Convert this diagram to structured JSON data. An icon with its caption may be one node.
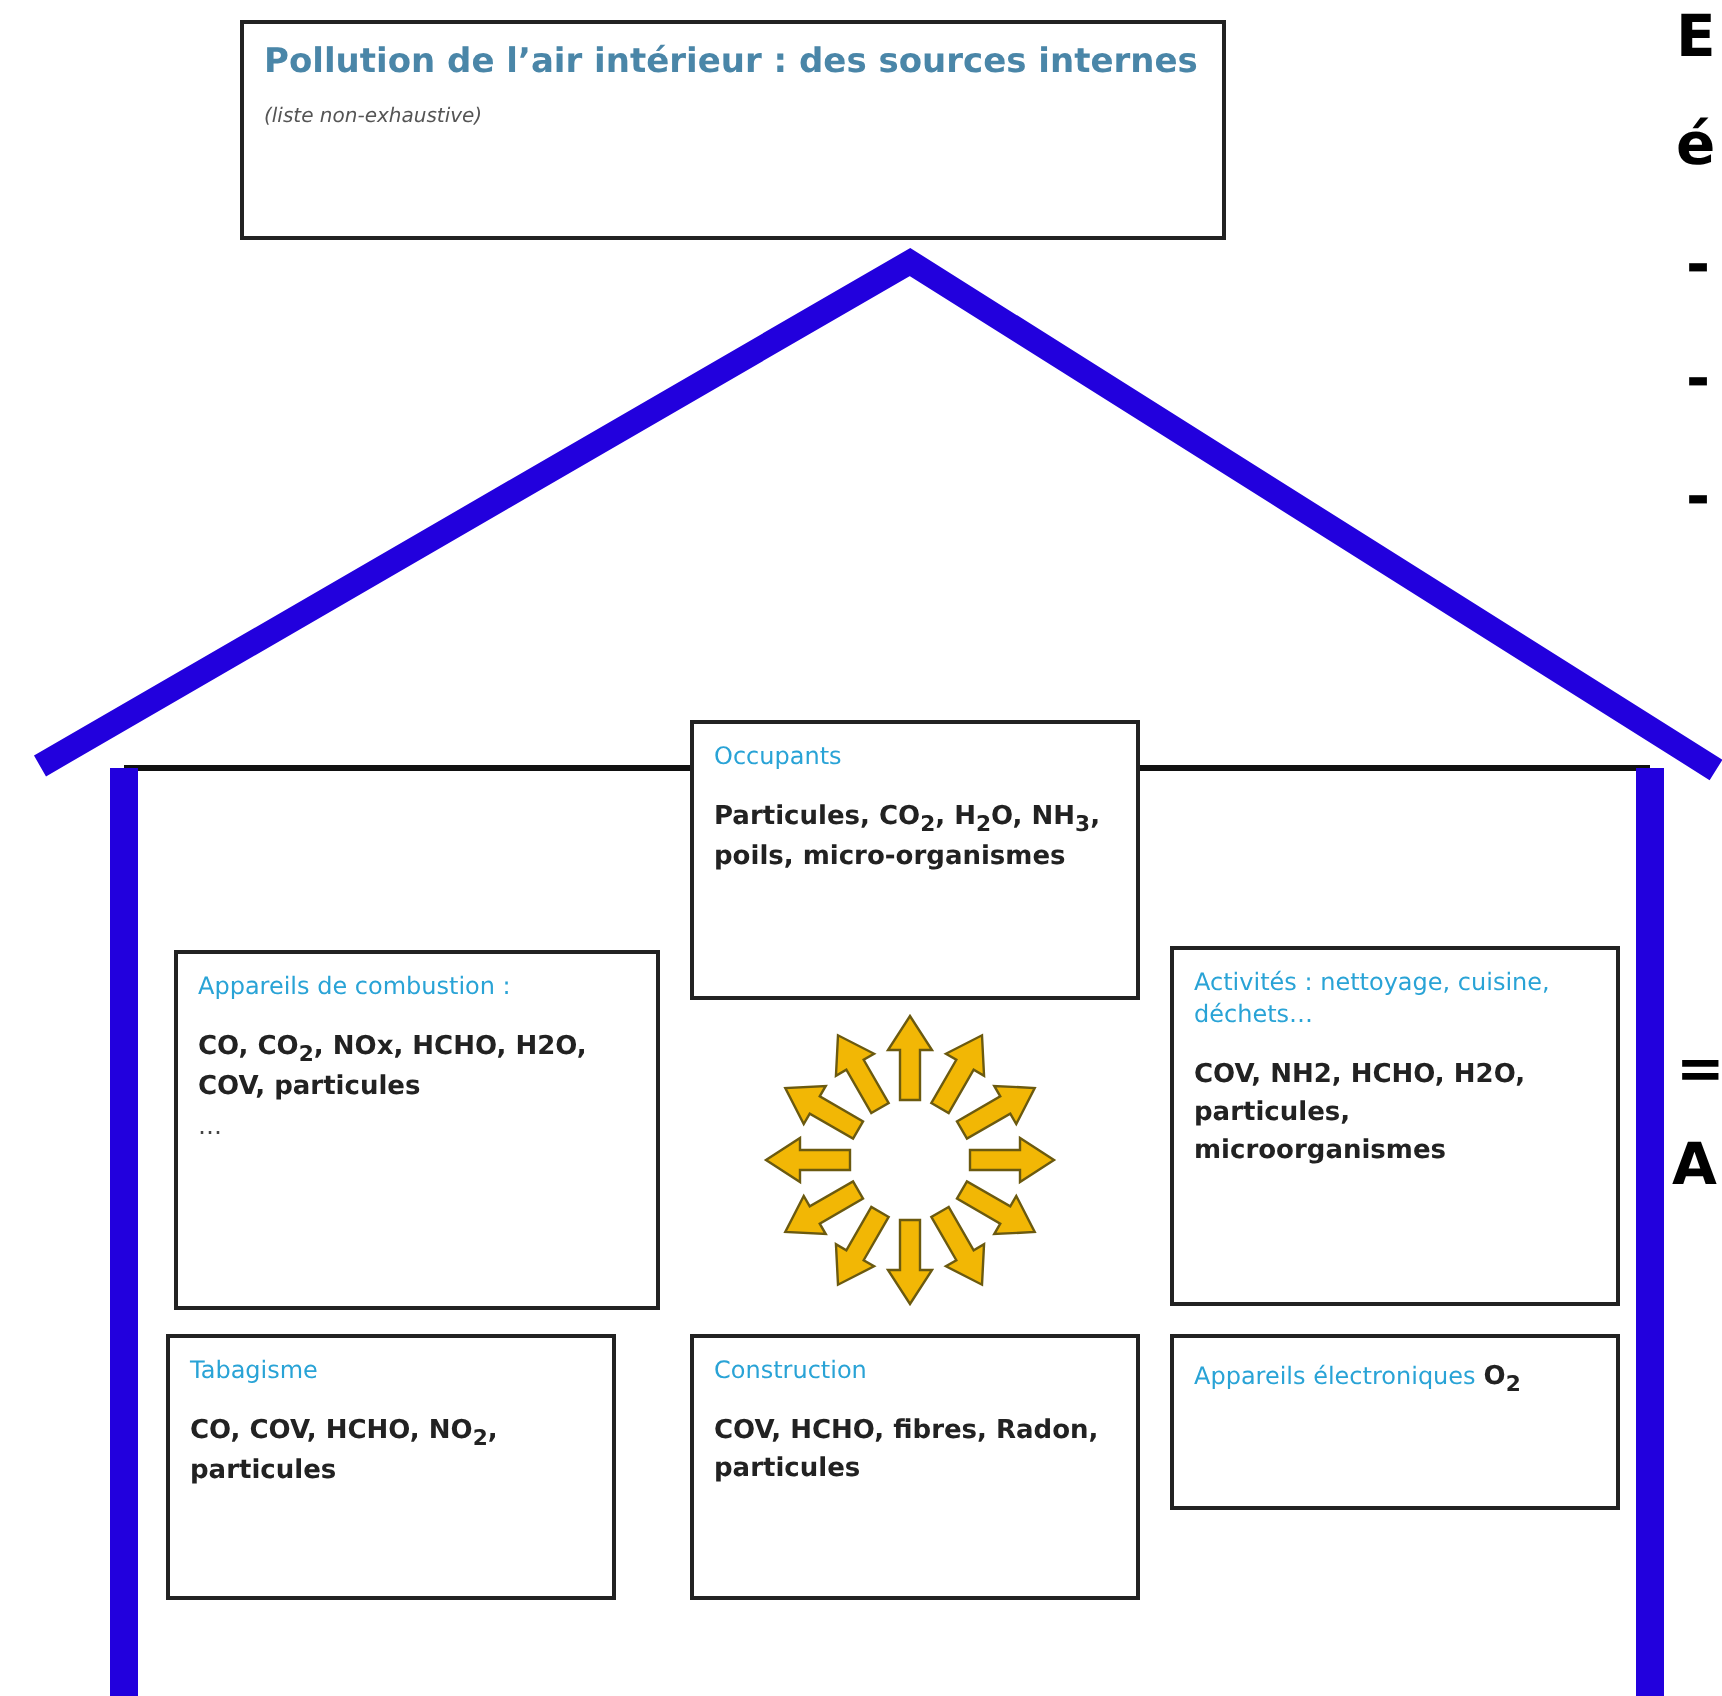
{
  "diagram": {
    "nodes": [
      {
        "text": [
          "Pollution de l’air intérieur : des sources internes",
          "(liste non-exhaustive)"
        ]
      },
      {
        "text": [
          "Occupants",
          "Particules, CO$_{2}$, H$_{2}$O, NH$_{3}$, poils, micro-organismes"
        ]
      },
      {
        "text": [
          "Appareils de combustion :",
          "CO, CO$_{2}$, NOx, HCHO, H2O, COV, particules",
          "…"
        ]
      },
      {
        "text": [
          "Activités : nettoyage, cuisine, déchets…",
          "COV, NH2, HCHO, H2O, particules, microorganismes"
        ]
      },
      {
        "text": [
          "Tabagisme",
          "CO, COV, HCHO, NO$_{2}$, particules"
        ]
      },
      {
        "text": [
          "Construction",
          "COV, HCHO, fibres, Radon, particules"
        ]
      },
      {
        "text": [
          "Appareils électroniques",
          "O$_{2}$"
        ]
      }
    ],
    "labels": [
      "E",
      "é",
      "-",
      "-",
      "-",
      "=",
      "A"
    ]
  }
}
